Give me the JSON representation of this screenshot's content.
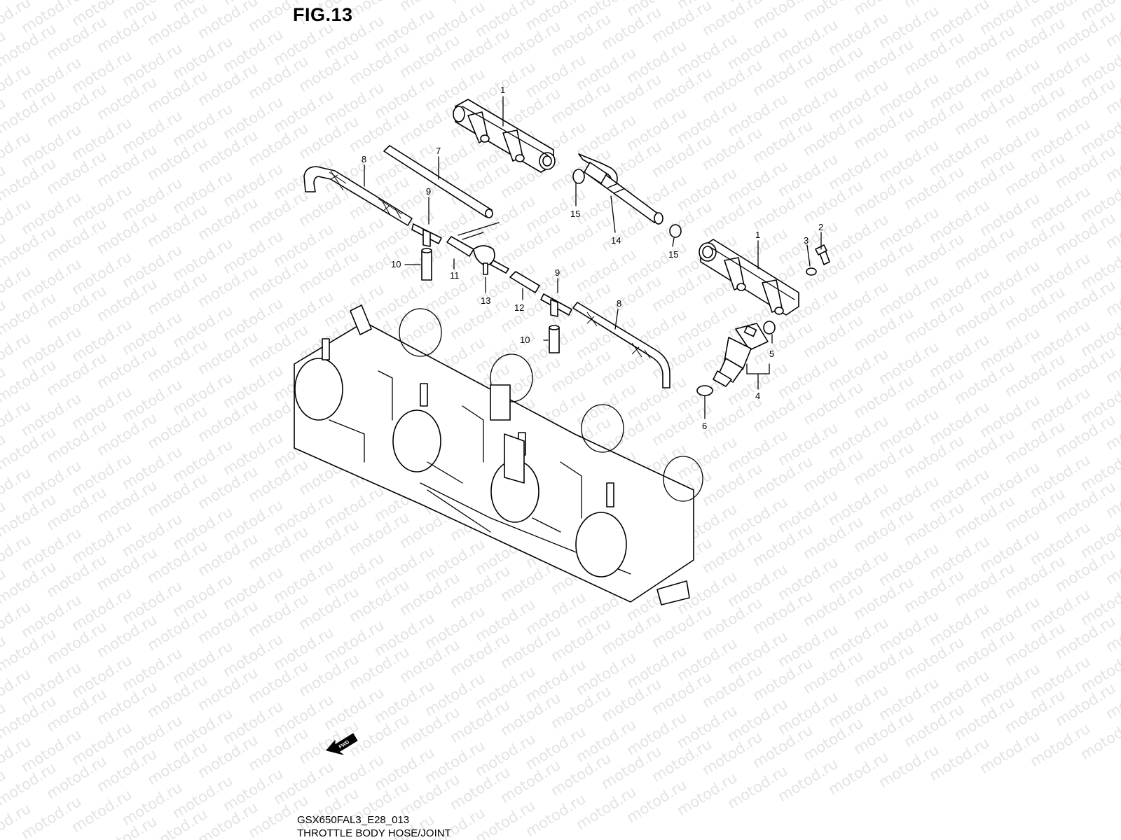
{
  "figure": {
    "title": "FIG.13",
    "code": "GSX650FAL3_E28_013",
    "caption": "THROTTLE BODY HOSE/JOINT",
    "watermark": "motod.ru",
    "fwd_label": "FWD"
  },
  "callouts": [
    {
      "id": "c1a",
      "label": "1"
    },
    {
      "id": "c1b",
      "label": "1"
    },
    {
      "id": "c2",
      "label": "2"
    },
    {
      "id": "c3",
      "label": "3"
    },
    {
      "id": "c4",
      "label": "4"
    },
    {
      "id": "c5",
      "label": "5"
    },
    {
      "id": "c6",
      "label": "6"
    },
    {
      "id": "c7",
      "label": "7"
    },
    {
      "id": "c8a",
      "label": "8"
    },
    {
      "id": "c8b",
      "label": "8"
    },
    {
      "id": "c9a",
      "label": "9"
    },
    {
      "id": "c9b",
      "label": "9"
    },
    {
      "id": "c10a",
      "label": "10"
    },
    {
      "id": "c10b",
      "label": "10"
    },
    {
      "id": "c11",
      "label": "11"
    },
    {
      "id": "c12",
      "label": "12"
    },
    {
      "id": "c13",
      "label": "13"
    },
    {
      "id": "c14",
      "label": "14"
    },
    {
      "id": "c15a",
      "label": "15"
    },
    {
      "id": "c15b",
      "label": "15"
    }
  ]
}
